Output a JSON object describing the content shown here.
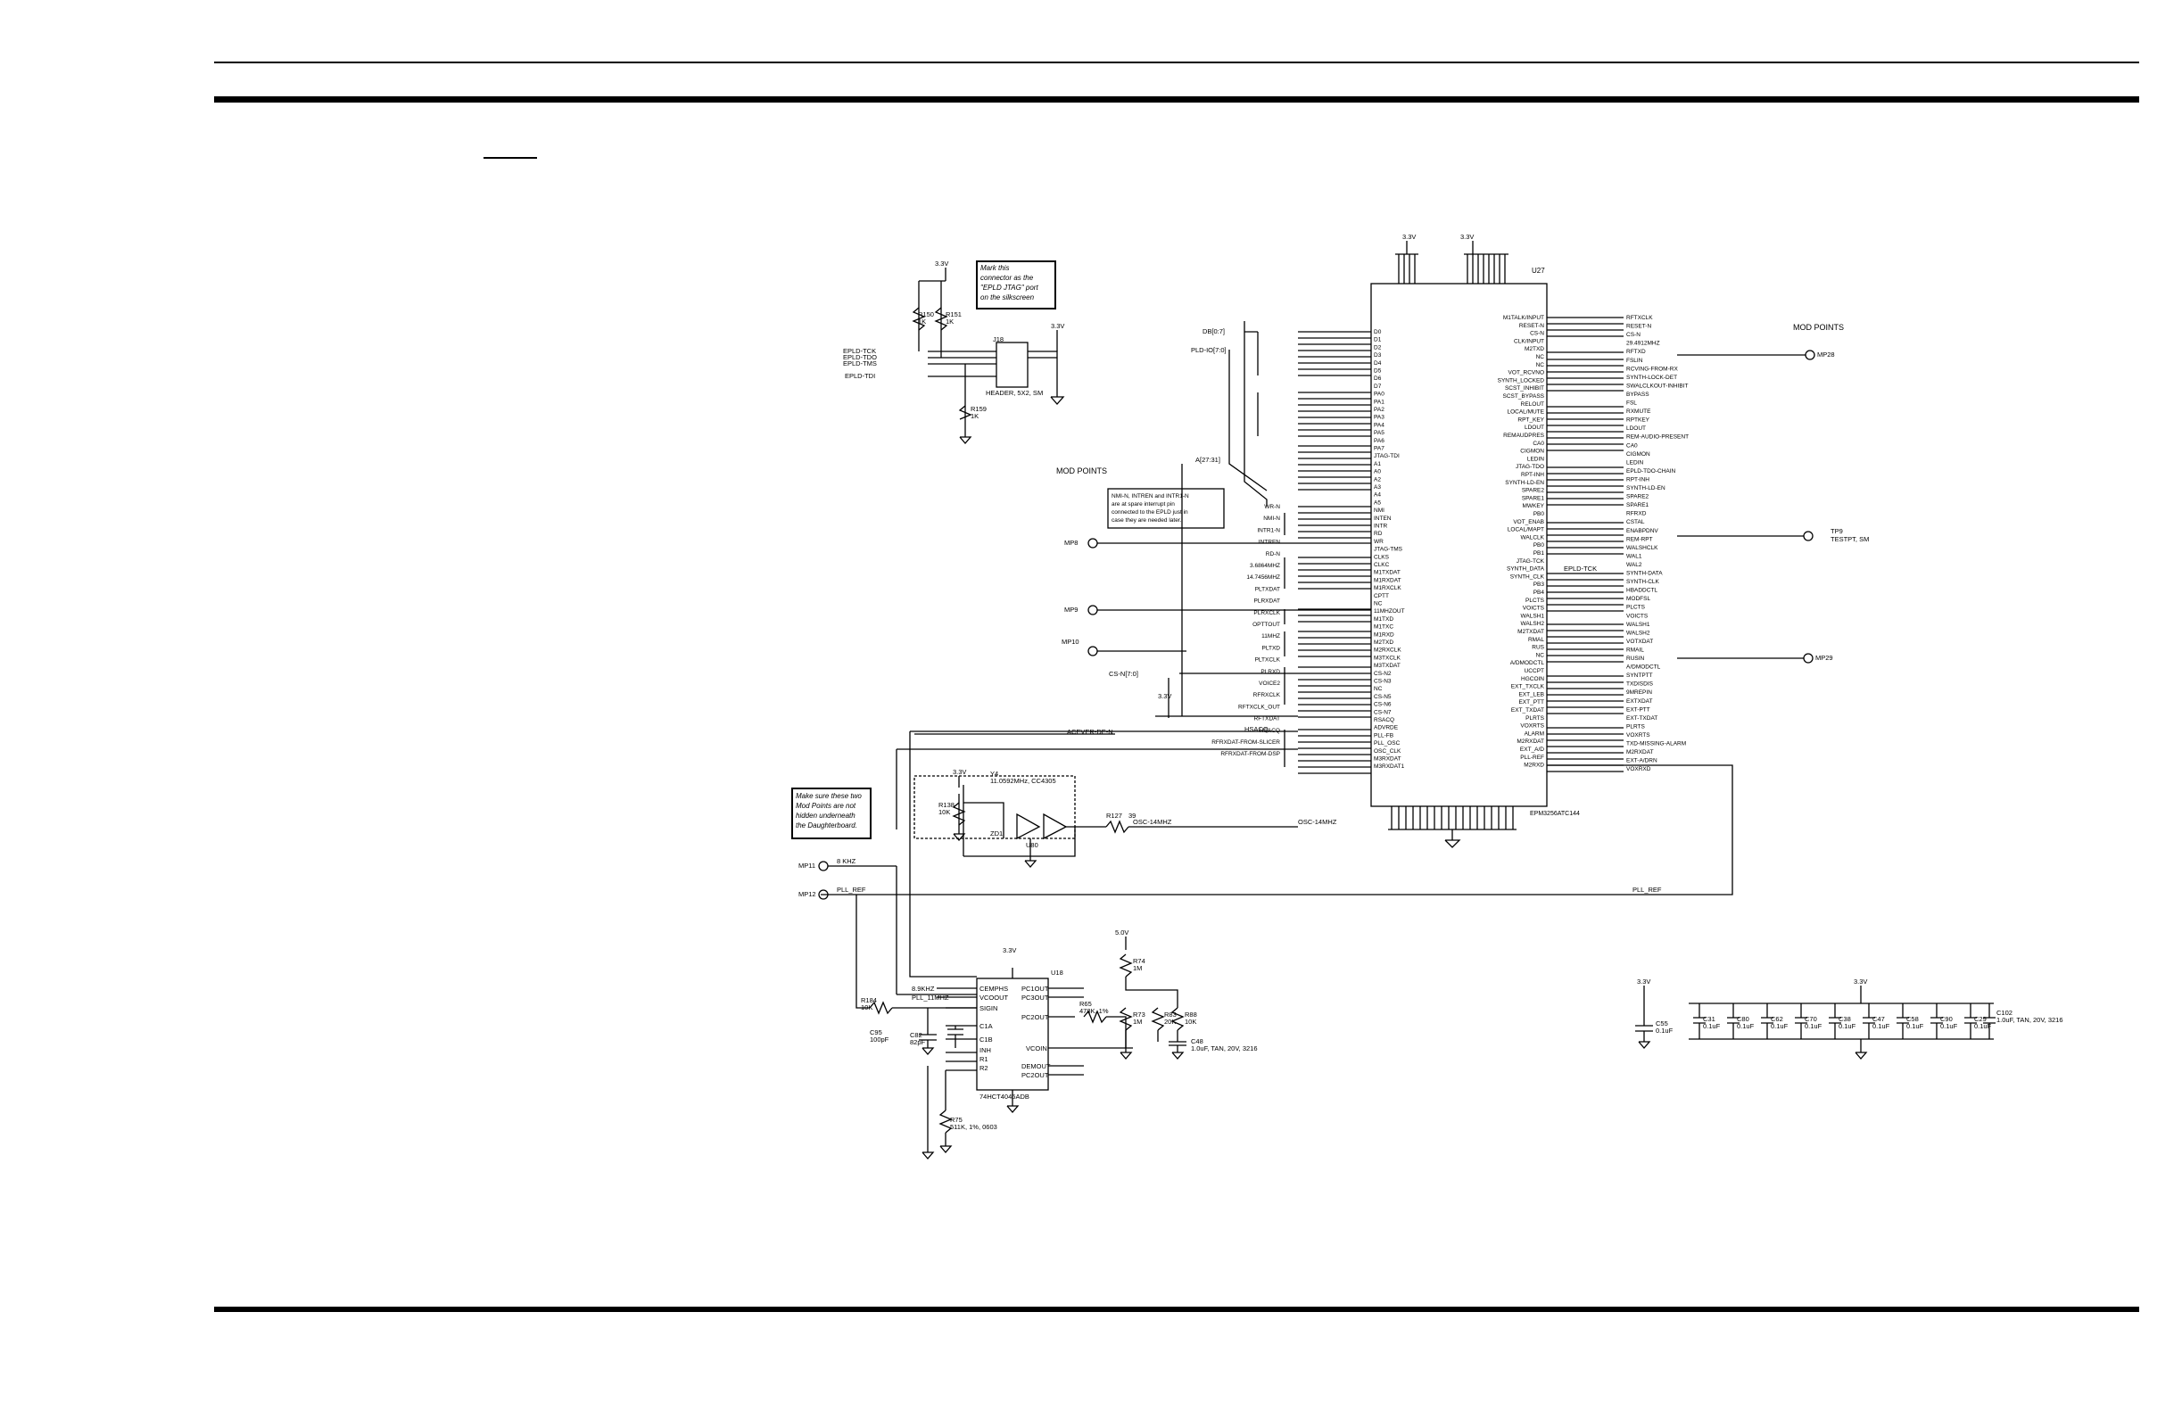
{
  "notes": {
    "jtag_note": [
      "Mark this",
      "connector as the",
      "\"EPLD JTAG\" port",
      "on the silkscreen"
    ],
    "interrupt_note": [
      "NMI-N, INTREN and INTR1-N",
      "are at spare interrupt pin",
      "connected to the EPLD just in",
      "case they are needed later."
    ],
    "daughter_note": [
      "Make sure these two",
      "Mod Points are not",
      "hidden underneath",
      "the Daughterboard."
    ]
  },
  "headings": {
    "mod_points_left": "MOD POINTS",
    "mod_points_right": "MOD POINTS"
  },
  "epld": {
    "ref": "U27",
    "part": "EPM3256ATC144"
  },
  "header": {
    "ref": "J18",
    "part": "HEADER, 5X2, SM",
    "signals": [
      "EPLD-TCK",
      "EPLD-TDO",
      "EPLD-TMS",
      "EPLD-TDI"
    ],
    "r150": [
      "R150",
      "1K"
    ],
    "r151": [
      "R151",
      "1K"
    ],
    "r159": [
      "R159",
      "1K"
    ]
  },
  "power": {
    "v33": "3.3V",
    "v5": "5.0V"
  },
  "buses": [
    "DB[0:7]",
    "PLD-IO[7:0]",
    "A[27:31]",
    "CS-N[7:0]"
  ],
  "left_pins": [
    "D0",
    "D1",
    "D2",
    "D3",
    "D4",
    "D5",
    "D6",
    "D7",
    "PA0",
    "PA1",
    "PA2",
    "PA3",
    "PA4",
    "PA5",
    "PA6",
    "PA7",
    "JTAG-TDI",
    "A1",
    "A0",
    "A2",
    "A3",
    "A4",
    "A5",
    "NMI",
    "INTEN",
    "INTR",
    "RD",
    "WR",
    "JTAG-TMS",
    "CLKS",
    "CLKC",
    "M1TXDAT",
    "M1RXDAT",
    "M1RXCLK",
    "CPTT",
    "NC",
    "11MHZOUT",
    "M1TXD",
    "M1TXC",
    "M1RXD",
    "M2TXD",
    "M2RXCLK",
    "M3TXCLK",
    "M3TXDAT",
    "CS-N2",
    "CS-N3",
    "NC",
    "CS-N5",
    "CS-N6",
    "CS-N7",
    "RSACQ",
    "ADVRDE",
    "PLL-FB",
    "PLL_OSC",
    "OSC_CLK",
    "M3RXDAT",
    "M3RXDAT1"
  ],
  "left_inputs": [
    "WR-N",
    "NMI-N",
    "INTR1-N",
    "INTREN",
    "RD-N",
    "3.6864MHZ",
    "14.7456MHZ",
    "PLTXDAT",
    "PLRXDAT",
    "PLRXCLK",
    "OPTTOUT",
    "11MHZ",
    "PLTXD",
    "PLTXCLK",
    "PLRXD",
    "VOICE2",
    "RFRXCLK",
    "RFTXCLK_OUT",
    "RFTXDAT",
    "HSACQ",
    "RFRXDAT-FROM-SLICER",
    "RFRXDAT-FROM-DSP"
  ],
  "right_pins": [
    "M1TALK/INPUT",
    "RESET-N",
    "CS-N",
    "CLK/INPUT",
    "M2TXD",
    "NC",
    "NC",
    "VOT_RCVNO",
    "SYNTH_LOCKED",
    "SCST_INHIBIT",
    "SCST_BYPASS",
    "RELOUT",
    "LOCAL/MUTE",
    "RPT_KEY",
    "LDOUT",
    "REMAUDPRES",
    "CA0",
    "CIGMON",
    "LEDIN",
    "JTAG-TDO",
    "RPT-INH",
    "SYNTH-LD-EN",
    "SPARE2",
    "SPARE1",
    "MWKEY",
    "PB0",
    "VOT_ENAB",
    "LOCAL/MAPT",
    "WALCLK",
    "PB0",
    "PB1",
    "JTAG-TCK",
    "SYNTH_DATA",
    "SYNTH_CLK",
    "PB3",
    "PB4",
    "PLCTS",
    "VOICTS",
    "WALSH1",
    "WALSH2",
    "M2TXDAT",
    "RMAL",
    "RUS",
    "NC",
    "A/DMODCTL",
    "UCCPT",
    "HGCOIN",
    "EXT_TXCLK",
    "EXT_LEB",
    "EXT_PTT",
    "EXT_TXDAT",
    "PLRTS",
    "VOXRTS",
    "ALARM",
    "M2RXDAT",
    "EXT_A/D",
    "PLL-REF",
    "M2RXD"
  ],
  "right_outputs": [
    "RFTXCLK",
    "RESET-N",
    "CS-N",
    "29.4912MHZ",
    "RFTXD",
    "FSLIN",
    "RCVING-FROM-RX",
    "SYNTH-LOCK-DET",
    "SWALCLKOUT-INHIBIT",
    "BYPASS",
    "FSL",
    "RXMUTE",
    "RPTKEY",
    "LDOUT",
    "REM-AUDIO-PRESENT",
    "CA0",
    "CIGMON",
    "LEDIN",
    "EPLD-TDO-CHAIN",
    "RPT-INH",
    "SYNTH-LD-EN",
    "SPARE2",
    "SPARE1",
    "RFRXD",
    "CSTAL",
    "ENABPDNV",
    "REM-RPT",
    "WALSHCLK",
    "WAL1",
    "WAL2",
    "SYNTH-DATA",
    "SYNTH-CLK",
    "HBADDCTL",
    "MODFSL",
    "PLCTS",
    "VOICTS",
    "WALSH1",
    "WALSH2",
    "VOTXDAT",
    "RMAIL",
    "RUSIN",
    "A/DMODCTL",
    "SYNTPTT",
    "TXDISDIS",
    "9MREPIN",
    "EXTXDAT",
    "EXT-PTT",
    "EXT-TXDAT",
    "PLRTS",
    "VOXRTS",
    "TXD-MISSING-ALARM",
    "M2RXDAT",
    "EXT-A/DRN",
    "VOXRXD"
  ],
  "mod_points": {
    "mp8": "MP8",
    "mp9": "MP9",
    "mp10": "MP10",
    "mp11": "MP11",
    "mp12": "MP12",
    "mp28": "MP28",
    "mp29": "MP29",
    "tp9": "TP9",
    "tp9_label": "TESTPT, SM"
  },
  "nets": {
    "khz_8": "8 KHZ",
    "pll_ref": "PLL_REF",
    "osc_14mhz": "OSC-14MHZ",
    "acever": "ACEVER-DE-N",
    "hsacq": "HSACQ",
    "epld_tck": "EPLD-TCK"
  },
  "oscillator": {
    "y": [
      "Y4",
      "11.0592MHz, CC4305"
    ],
    "u": "U80",
    "r127": [
      "R127",
      "39"
    ],
    "r138": [
      "R138",
      "10K"
    ],
    "zd": "ZD1"
  },
  "pll": {
    "ref": "U18",
    "part": "74HCT4046ADB",
    "left_pins": [
      "CEMPHS",
      "VCOOUT",
      "SIGIN",
      "C1A",
      "C1B",
      "INH",
      "R1",
      "R2"
    ],
    "right_pins": [
      "PC1OUT",
      "PC3OUT",
      "PC2OUT",
      "VCOIN",
      "DEMOUT",
      "PC2OUT"
    ],
    "nets_in": [
      "8.9KHZ",
      "PLL_11MHZ"
    ],
    "r184": [
      "R184",
      "10K"
    ],
    "c95": [
      "C95",
      "100pF"
    ],
    "c82": [
      "C82",
      "82pF"
    ],
    "r65": [
      "R65",
      "478K, 1%"
    ],
    "r74": [
      "R74",
      "1M"
    ],
    "r73": [
      "R73",
      "1M"
    ],
    "r83": [
      "R83",
      "20K"
    ],
    "r88": [
      "R88",
      "10K"
    ],
    "c48": [
      "C48",
      "1.0uF, TAN, 20V, 3216"
    ],
    "r75": [
      "R75",
      "511K, 1%, 0603"
    ]
  },
  "decoupling": {
    "c55": [
      "C55",
      "0.1uF"
    ],
    "caps": [
      [
        "C31",
        "0.1uF"
      ],
      [
        "C80",
        "0.1uF"
      ],
      [
        "C62",
        "0.1uF"
      ],
      [
        "C70",
        "0.1uF"
      ],
      [
        "C38",
        "0.1uF"
      ],
      [
        "C47",
        "0.1uF"
      ],
      [
        "C58",
        "0.1uF"
      ],
      [
        "C90",
        "0.1uF"
      ],
      [
        "C29",
        "0.1uF"
      ]
    ],
    "c102": [
      "C102",
      "1.0uF, TAN, 20V, 3216"
    ]
  }
}
